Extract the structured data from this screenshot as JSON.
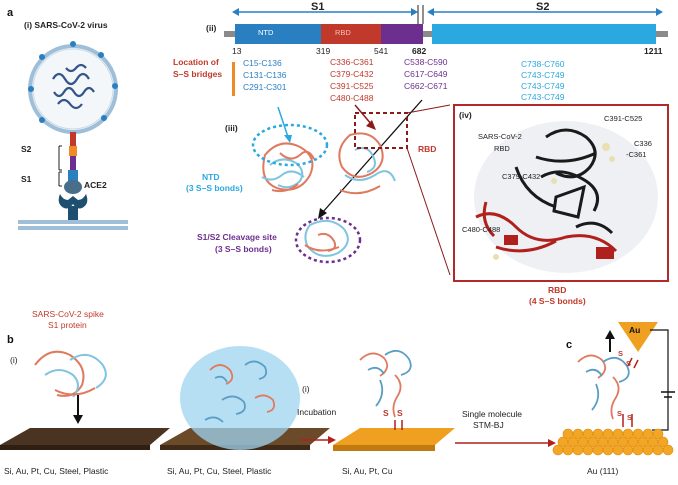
{
  "panel_a": {
    "letter": "a",
    "virus_label": "(i) SARS-CoV-2 virus",
    "s2_label": "S2",
    "s1_label": "S1",
    "ace2_label": "ACE2",
    "ii_label": "(ii)",
    "s1_domain": "S1",
    "s2_domain": "S2",
    "ntd_label": "NTD",
    "rbd_bar_label": "RBD",
    "positions": [
      "13",
      "319",
      "541",
      "682",
      "1211"
    ],
    "location_label_1": "Location of",
    "location_label_2": "S–S bridges",
    "ntd_bridges": [
      "C15-C136",
      "C131-C136",
      "C291-C301"
    ],
    "rbd_bridges": [
      "C336-C361",
      "C379-C432",
      "C391-C525",
      "C480-C488"
    ],
    "cleavage_bridges": [
      "C538-C590",
      "C617-C649",
      "C662-C671"
    ],
    "s2_bridges": [
      "C738-C760",
      "C743-C749",
      "C743-C749",
      "C743-C749"
    ],
    "iii_label": "(iii)",
    "ntd_struct_1": "NTD",
    "ntd_struct_2": "(3 S–S bonds)",
    "rbd_struct": "RBD",
    "cleavage_1": "S1/S2 Cleavage site",
    "cleavage_2": "(3 S–S bonds)",
    "iv_label": "(iv)",
    "iv_title_1": "SARS-CoV-2",
    "iv_title_2": "RBD",
    "iv_c391": "C391-C525",
    "iv_c336": "C336",
    "iv_c361": "-C361",
    "iv_c379": "C379-C432",
    "iv_c480": "C480-C488",
    "rbd_bonds_1": "RBD",
    "rbd_bonds_2": "(4 S–S bonds)"
  },
  "panel_b": {
    "letter": "b",
    "protein_1": "SARS-CoV-2 spike",
    "protein_2": "S1 protein",
    "i_label_1": "(i)",
    "i_label_2": "(i)",
    "incubation": "Incubation",
    "sm_1": "Single molecule",
    "sm_2": "STM-BJ",
    "surfaces_1": "Si, Au, Pt, Cu, Steel, Plastic",
    "surfaces_2": "Si, Au, Pt, Cu, Steel, Plastic",
    "surfaces_3": "Si, Au, Pt, Cu",
    "ss_1": "S",
    "ss_2": "S"
  },
  "panel_c": {
    "letter": "c",
    "au_tip": "Au",
    "ss_top_1": "S",
    "ss_top_2": "S",
    "ss_bot_1": "S",
    "ss_bot_2": "S",
    "substrate": "Au (111)"
  },
  "colors": {
    "ntd": "#2a7fc1",
    "rbd": "#c0392b",
    "cleavage": "#6c2f8f",
    "s2": "#2aa8e0",
    "bar_grey": "#8a8a8a",
    "gold": "#f0a020",
    "brown": "#6b4a2a"
  }
}
